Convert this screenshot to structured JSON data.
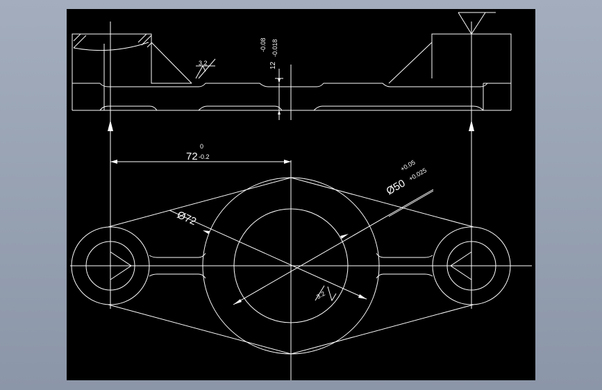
{
  "colors": {
    "background": "#8b96a8",
    "viewport": "#000000",
    "lines": "#ffffff"
  },
  "annotations": {
    "roughness_top": "3.2",
    "roughness_bottom": "3.2",
    "thickness_nominal": "12",
    "thickness_upper_dev": "-0.08",
    "thickness_lower_dev": "-0.018",
    "length_nominal": "72",
    "length_upper_dev": "0",
    "length_lower_dev": "-0.2",
    "dia_outer": "Ø72",
    "dia_bore_nominal": "Ø50",
    "dia_bore_upper_dev": "+0.05",
    "dia_bore_lower_dev": "+0.025"
  }
}
